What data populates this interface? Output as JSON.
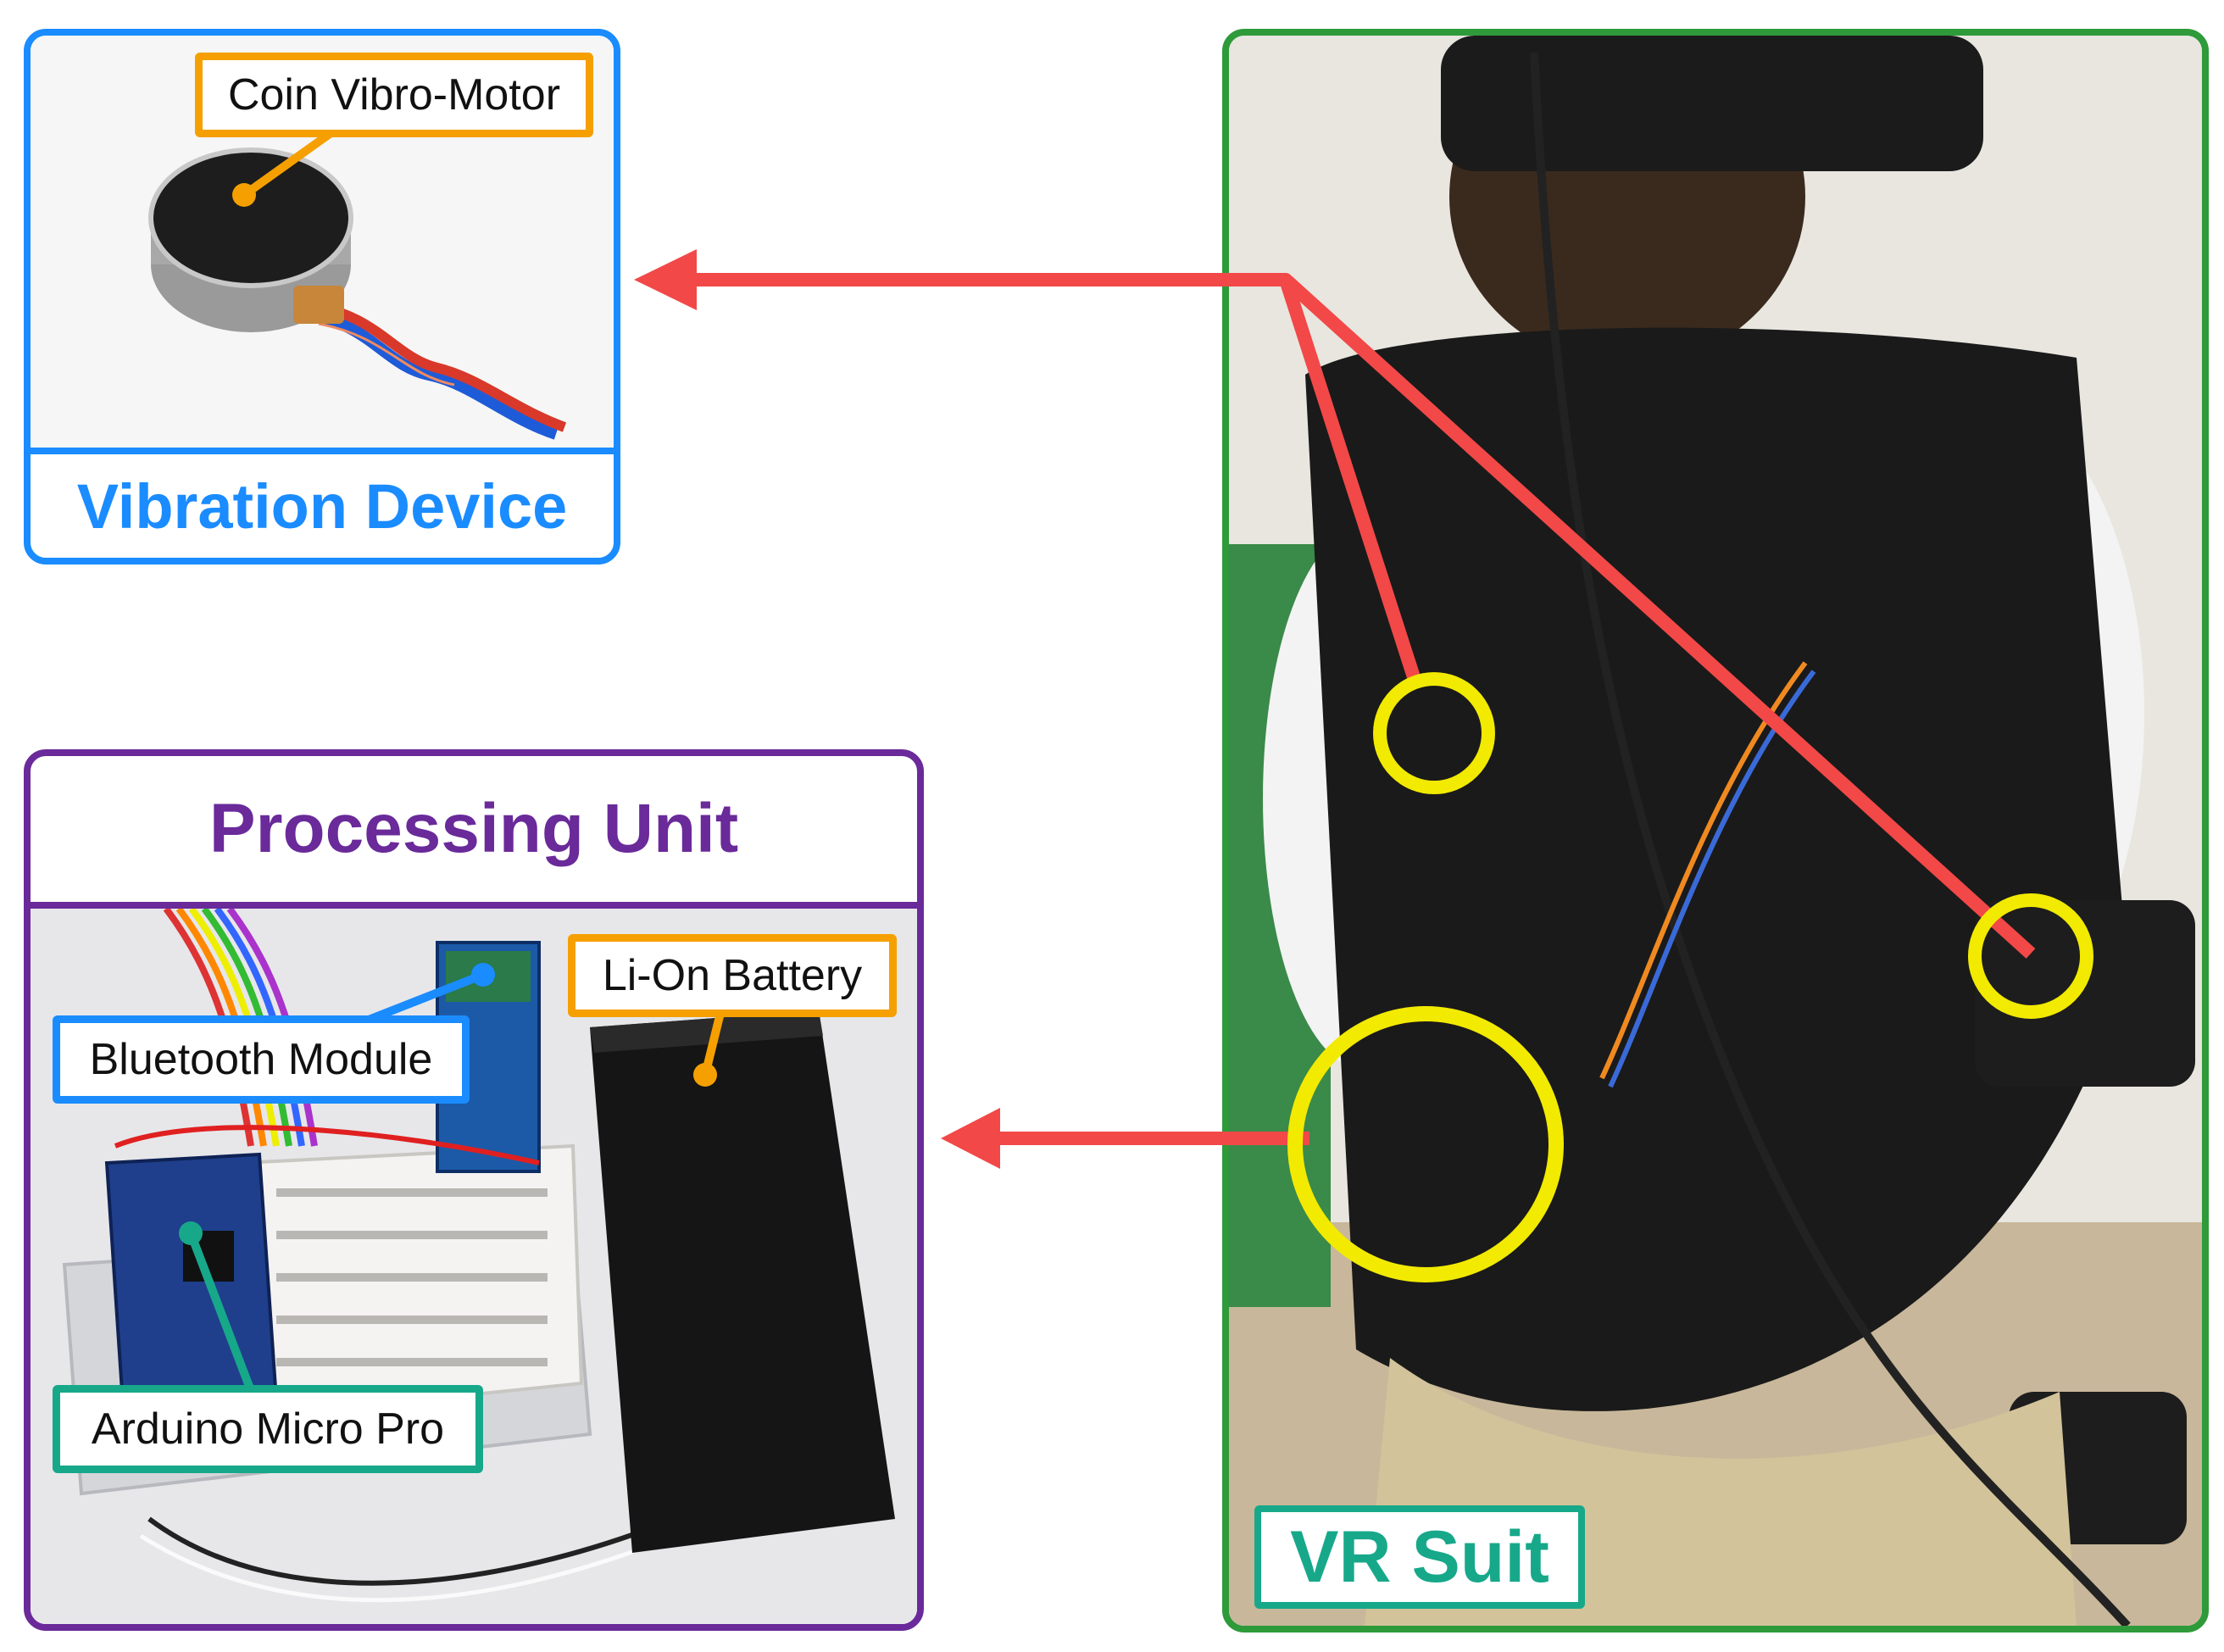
{
  "panels": {
    "vibration_device": {
      "title": "Vibration Device"
    },
    "processing_unit": {
      "title": "Processing Unit"
    },
    "vr_suit": {
      "title": "VR Suit"
    }
  },
  "callouts": {
    "coin_motor": "Coin Vibro-Motor",
    "battery": "Li-On Battery",
    "bluetooth": "Bluetooth Module",
    "arduino": "Arduino Micro Pro"
  },
  "colors": {
    "vibration_panel": "#1a8cff",
    "processing_panel": "#6a2a9a",
    "suit_panel": "#2e9a3a",
    "suit_label": "#17a88a",
    "battery_callout": "#f5a000",
    "bluetooth_callout": "#1a8cff",
    "arduino_callout": "#17a88a",
    "arrow": "#f24848",
    "highlight_circle": "#f2ea00"
  }
}
